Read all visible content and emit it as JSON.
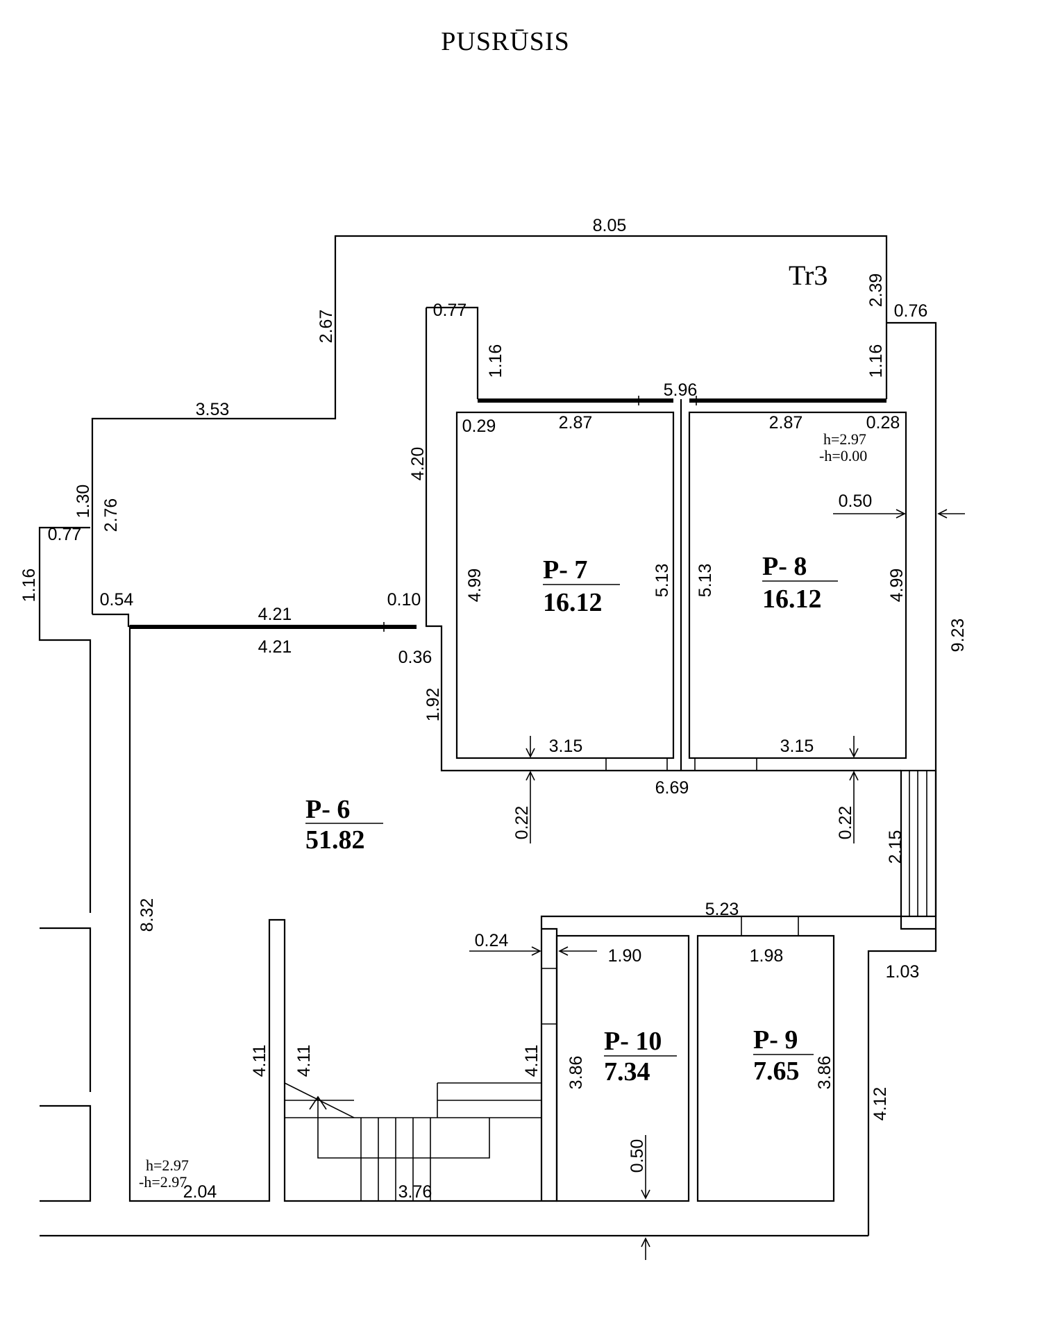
{
  "title": "PUSRŪSIS",
  "label_tr3": "Tr3",
  "rooms": [
    {
      "code": "P- 6",
      "area": "51.82"
    },
    {
      "code": "P- 7",
      "area": "16.12"
    },
    {
      "code": "P- 8",
      "area": "16.12"
    },
    {
      "code": "P- 9",
      "area": "7.65"
    },
    {
      "code": "P- 10",
      "area": "7.34"
    }
  ],
  "height_notes": [
    {
      "h": "h=2.97",
      "neg_h": "-h=0.00"
    },
    {
      "h": "h=2.97",
      "neg_h": "-h=2.97"
    }
  ],
  "dims": [
    "8.05",
    "2.39",
    "0.76",
    "2.67",
    "0.77",
    "1.16",
    "5.96",
    "1.16",
    "3.53",
    "0.29",
    "2.87",
    "2.87",
    "0.28",
    "4.20",
    "1.30",
    "2.76",
    "0.77",
    "1.16",
    "0.50",
    "4.99",
    "5.13",
    "5.13",
    "4.99",
    "0.54",
    "0.10",
    "4.21",
    "4.21",
    "0.36",
    "9.23",
    "1.92",
    "3.15",
    "3.15",
    "6.69",
    "0.22",
    "0.22",
    "2.15",
    "8.32",
    "5.23",
    "0.24",
    "1.90",
    "1.98",
    "1.03",
    "4.11",
    "4.11",
    "4.11",
    "3.86",
    "3.86",
    "4.12",
    "0.50",
    "2.04",
    "3.76"
  ]
}
